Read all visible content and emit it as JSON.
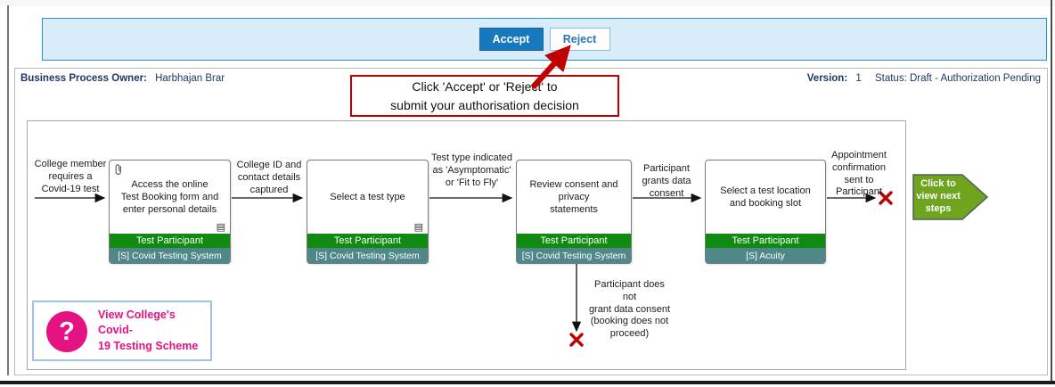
{
  "toolbar": {
    "accept_label": "Accept",
    "reject_label": "Reject"
  },
  "header": {
    "owner_label": "Business Process Owner:",
    "owner_value": "Harbhajan Brar",
    "version_label": "Version:",
    "version_value": "1",
    "status_text": "Status: Draft - Authorization Pending"
  },
  "callout": {
    "text": "Click 'Accept' or 'Reject' to\nsubmit your authorisation decision"
  },
  "diagram": {
    "start_label": "College member\nrequires a\nCovid-19 test",
    "flow_labels": [
      "College ID and\ncontact details\ncaptured",
      "Test type indicated\nas 'Asymptomatic'\nor 'Fit to Fly'",
      "Participant\ngrants data\nconsent",
      "Appointment\nconfirmation\nsent to\nParticipant"
    ],
    "no_consent_label": "Participant does not\ngrant data consent\n(booking does not\nproceed)",
    "steps": [
      {
        "title": "Access the online\nTest Booking form and\nenter personal details",
        "actor": "Test Participant",
        "system": "[S] Covid Testing System"
      },
      {
        "title": "Select a test type",
        "actor": "Test Participant",
        "system": "[S] Covid Testing System"
      },
      {
        "title": "Review consent and privacy\nstatements",
        "actor": "Test Participant",
        "system": "[S] Covid Testing System"
      },
      {
        "title": "Select a test location\nand booking slot",
        "actor": "Test Participant",
        "system": "[S] Acuity"
      }
    ],
    "notes_icon": "▤"
  },
  "next_steps": {
    "label": "Click to\nview next\nsteps"
  },
  "help": {
    "icon": "?",
    "text": "View College's Covid-\n19 Testing Scheme"
  },
  "colors": {
    "accent_blue": "#1778be",
    "toolbar_fill": "#d8ecfa",
    "toolbar_border": "#2191d0",
    "navy_text": "#1f3864",
    "actor_green": "#108a10",
    "system_teal": "#4e8889",
    "chevron_green": "#6fa41f",
    "magenta": "#e41283",
    "alert_red": "#c00000"
  }
}
